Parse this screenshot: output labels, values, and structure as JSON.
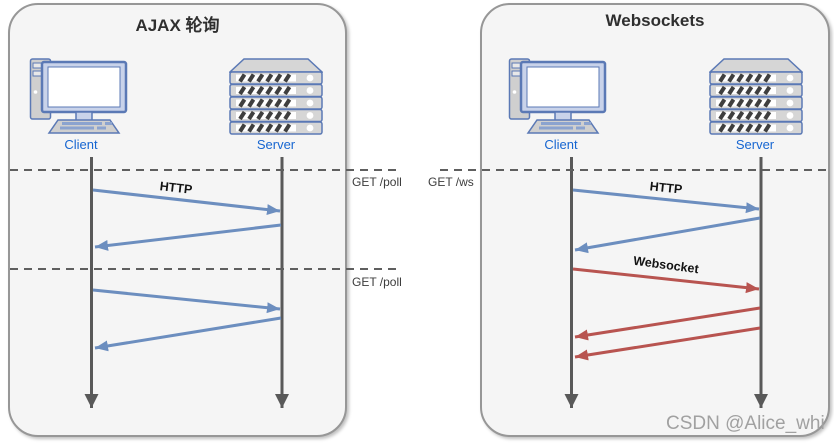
{
  "diagram": {
    "panels": [
      {
        "id": "ajax-polling",
        "title": "AJAX 轮询",
        "actors": [
          {
            "label": "Client",
            "icon": "desktop-computer"
          },
          {
            "label": "Server",
            "icon": "server-stack"
          }
        ],
        "messages": [
          {
            "label": "HTTP",
            "from": "Client",
            "to": "Server",
            "color": "#6c8ebf"
          },
          {
            "label": "",
            "from": "Server",
            "to": "Client",
            "color": "#6c8ebf"
          },
          {
            "label": "",
            "from": "Client",
            "to": "Server",
            "color": "#6c8ebf"
          },
          {
            "label": "",
            "from": "Server",
            "to": "Client",
            "color": "#6c8ebf"
          }
        ],
        "annotations": [
          "GET /poll",
          "GET /poll"
        ]
      },
      {
        "id": "websockets",
        "title": "Websockets",
        "actors": [
          {
            "label": "Client",
            "icon": "desktop-computer"
          },
          {
            "label": "Server",
            "icon": "server-stack"
          }
        ],
        "messages": [
          {
            "label": "HTTP",
            "from": "Client",
            "to": "Server",
            "color": "#6c8ebf"
          },
          {
            "label": "",
            "from": "Server",
            "to": "Client",
            "color": "#6c8ebf"
          },
          {
            "label": "Websocket",
            "from": "Client",
            "to": "Server",
            "color": "#b85450"
          },
          {
            "label": "",
            "from": "Server",
            "to": "Client",
            "color": "#b85450"
          },
          {
            "label": "",
            "from": "Server",
            "to": "Client",
            "color": "#b85450"
          }
        ],
        "annotations": [
          "GET /ws"
        ]
      }
    ],
    "colors": {
      "http_arrow": "#6c8ebf",
      "websocket_arrow": "#b85450",
      "lifeline": "#595959",
      "dashed_line": "#5f5f5f",
      "actor_label": "#1766d1",
      "panel_background": "#f5f5f5",
      "panel_border": "#979797"
    }
  },
  "watermark": "CSDN @Alice_whi"
}
